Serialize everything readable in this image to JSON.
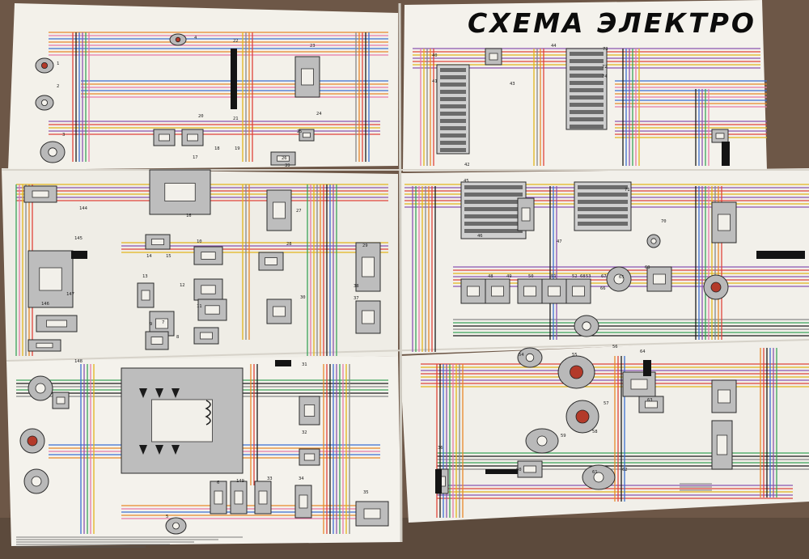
{
  "poster": {
    "title": "СХЕМА ЭЛЕКТРО",
    "component_numbers": [
      "1",
      "2",
      "3",
      "4",
      "5",
      "6",
      "7",
      "8",
      "9",
      "10",
      "11",
      "12",
      "13",
      "14",
      "15",
      "16",
      "17",
      "18",
      "19",
      "20",
      "21",
      "22",
      "23",
      "24",
      "25",
      "26",
      "27",
      "28",
      "29",
      "30",
      "31",
      "32",
      "33",
      "34",
      "35",
      "36",
      "37",
      "38",
      "39",
      "40",
      "41",
      "42",
      "43",
      "44",
      "45",
      "46",
      "47",
      "48",
      "49",
      "50",
      "51",
      "52",
      "53",
      "54",
      "55",
      "56",
      "57",
      "58",
      "59",
      "60",
      "61",
      "62",
      "63",
      "64",
      "65",
      "66",
      "67",
      "68",
      "69",
      "70",
      "71",
      "72",
      "73",
      "74",
      "144",
      "145",
      "146",
      "147",
      "148",
      "149"
    ],
    "colors": {
      "paper": "#f4f2ec",
      "wire_red": "#e0443a",
      "wire_blue": "#3b6fd1",
      "wire_green": "#3aa35a",
      "wire_yellow": "#e2b51c",
      "wire_orange": "#e8882a",
      "wire_black": "#1b1b1b",
      "wire_purple": "#8a54b0",
      "wire_pink": "#e77aa6",
      "wire_gray": "#888888",
      "component_fill": "#bdbdbd",
      "background_wood": "#6b5646"
    }
  }
}
